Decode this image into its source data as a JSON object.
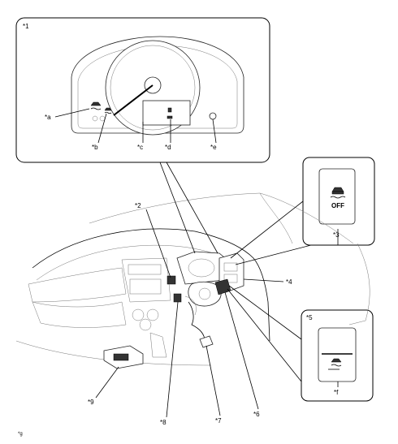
{
  "callouts": {
    "c1": "*1",
    "c2": "*2",
    "c3": "*3",
    "c4": "*4",
    "c5": "*5",
    "c6": "*6",
    "c7": "*7",
    "c8": "*8",
    "c9": "*9"
  },
  "detail_callouts": {
    "a": "*a",
    "b": "*b",
    "c": "*c",
    "d": "*d",
    "e": "*e",
    "f": "*f"
  },
  "switch_text": "OFF",
  "footer_code": "*g",
  "icons": {
    "trc_off_switch": "traction-skid-off-icon",
    "vsc_switch": "slip-indicator-icon",
    "slip_indicator": "slip-indicator-icon",
    "abs_warning": "abs-warning-icon"
  }
}
